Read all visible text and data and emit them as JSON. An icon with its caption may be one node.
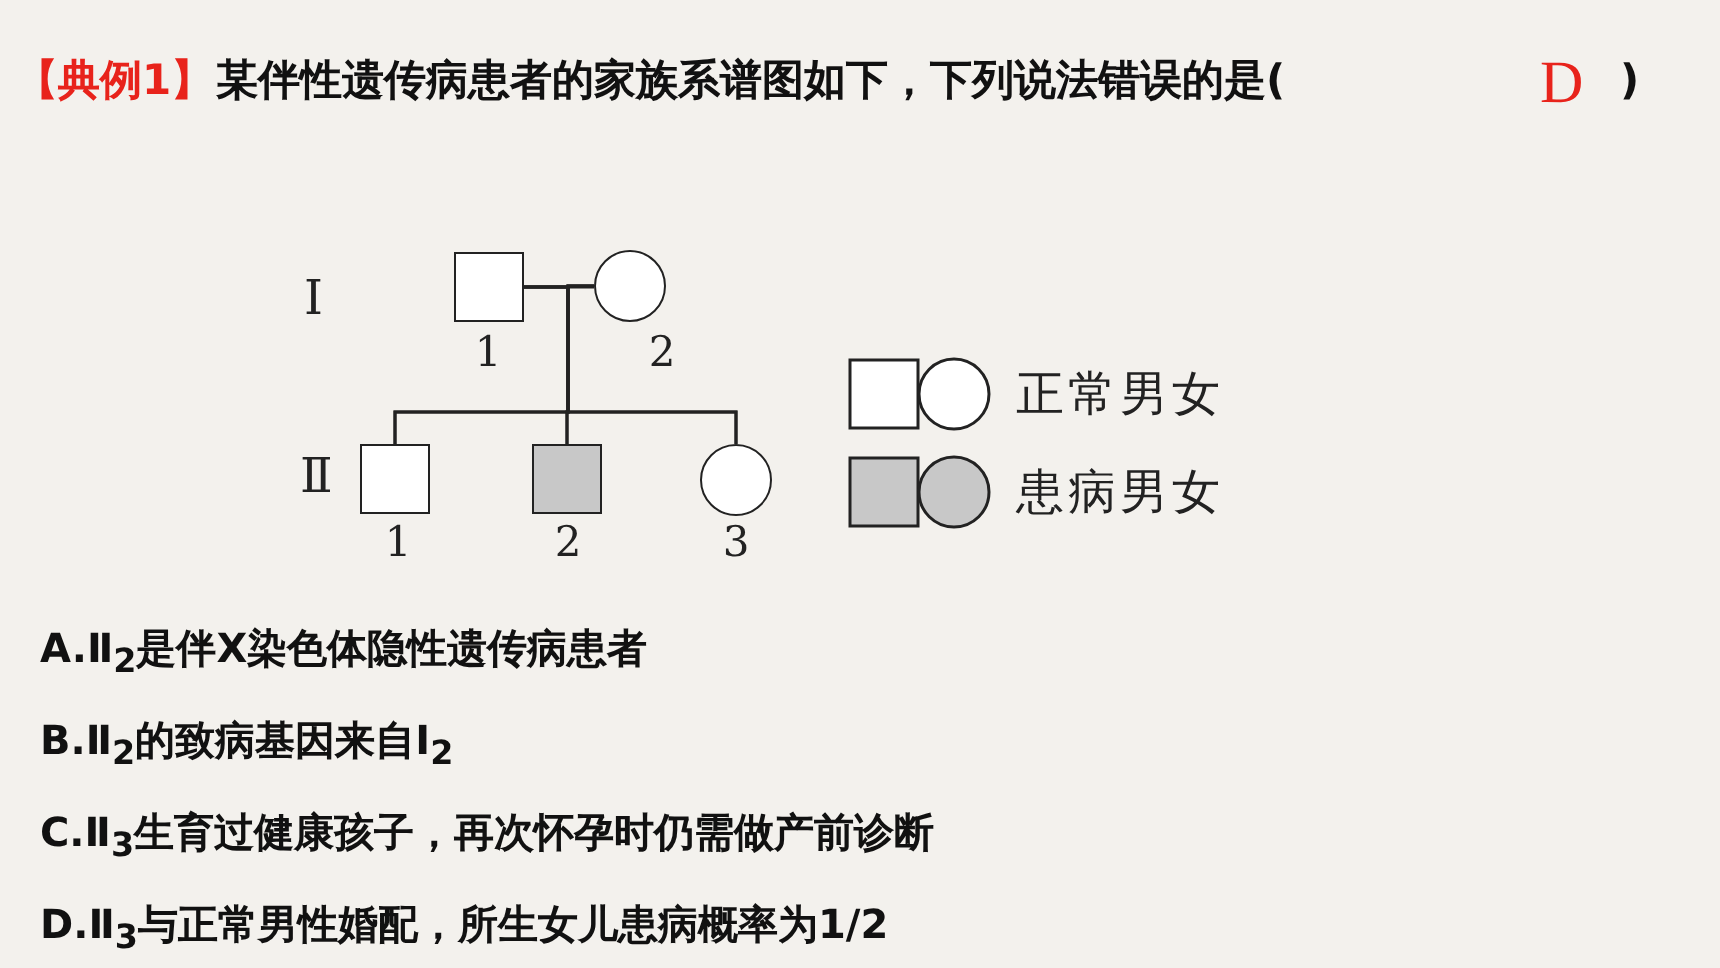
{
  "diagram": {
    "nodes": [
      {
        "text": [],
        "shape": "box",
        "beside": [
          "1"
        ]
      },
      {
        "text": [],
        "shape": "circle",
        "beside": [
          "2"
        ]
      },
      {
        "text": [],
        "shape": "box",
        "beside": [
          "1"
        ]
      },
      {
        "text": [],
        "shape": "shaded-box",
        "beside": [
          "2"
        ]
      },
      {
        "text": [],
        "shape": "circle",
        "beside": [
          "3"
        ]
      }
    ],
    "edges": [
      {
        "from": 0,
        "to": 1,
        "arrow": "none"
      },
      {
        "from": 0,
        "to": 2,
        "arrow": "none"
      },
      {
        "from": 0,
        "to": 3,
        "arrow": "none"
      },
      {
        "from": 0,
        "to": 4,
        "arrow": "none"
      },
      {
        "from": 1,
        "to": 2,
        "arrow": "none"
      },
      {
        "from": 1,
        "to": 3,
        "arrow": "none"
      },
      {
        "from": 1,
        "to": 4,
        "arrow": "none"
      }
    ],
    "labels": [
      "【典例1】",
      "某伴性遗传病患者的家族系谱图如下，下列说法错误的是(",
      "D",
      ")",
      "Ⅰ",
      "Ⅱ",
      "A.Ⅱ$_{2}$是伴X染色体隐性遗传病患者",
      "B.Ⅱ$_{2}$的致病基因来自Ⅰ$_{2}$",
      "C.Ⅱ$_{3}$生育过健康孩子，再次怀孕时仍需做产前诊断",
      "D.Ⅱ$_{3}$与正常男性婚配，所生女儿患病概率为1/2"
    ],
    "legend": [
      {
        "text": "正常男女",
        "color": "#ffffff"
      },
      {
        "text": "患病男女",
        "color": "#c8c8c8"
      }
    ]
  }
}
